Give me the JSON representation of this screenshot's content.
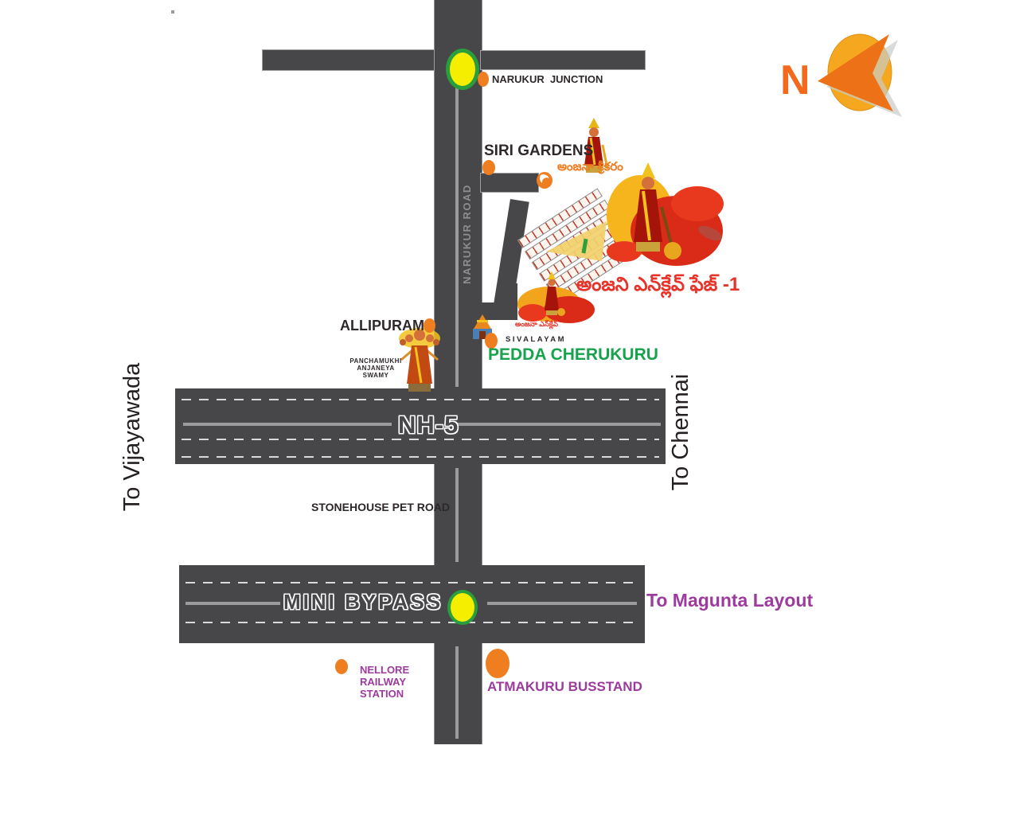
{
  "compass": {
    "north_label": "N"
  },
  "roads": {
    "nh5_label": "NH-5",
    "mini_bypass_label": "MINI BYPASS",
    "narukur_road_label": "NARUKUR ROAD",
    "stonehouse_label": "STONEHOUSE PET ROAD"
  },
  "destinations": {
    "vijayawada": "To Vijayawada",
    "chennai": "To Chennai",
    "magunta_layout": "To Magunta Layout"
  },
  "places": {
    "narukur_junction": "NARUKUR  JUNCTION",
    "siri_gardens": "SIRI GARDENS",
    "siri_gardens_telugu": "అంజనా శ్రీకరం",
    "venture_title_telugu": "అంజని ఎన్‌క్లేవ్ ఫేజ్ -1",
    "venture_marker_telugu": "అంజనా ఎన్‌క్లేవ్",
    "allipuram": "ALLIPURAM",
    "panchamukhi_temple": "PANCHAMUKHI\nANJANEYA\nSWAMY",
    "sivalayam": "SIVALAYAM",
    "pedda_cherukuru": "PEDDA CHERUKURU",
    "nellore_railway_station": "NELLORE\nRAILWAY\nSTATION",
    "atmakuru_busstand": "ATMAKURU BUSSTAND"
  },
  "colors": {
    "road": "#474649",
    "marker_orange": "#ee7e20",
    "brand_red": "#e7332a",
    "place_purple": "#9c3a9e",
    "place_green": "#17a24d",
    "signal_yellow": "#f6ee00",
    "signal_green": "#2a9d3d",
    "compass_orange": "#f3691e"
  }
}
